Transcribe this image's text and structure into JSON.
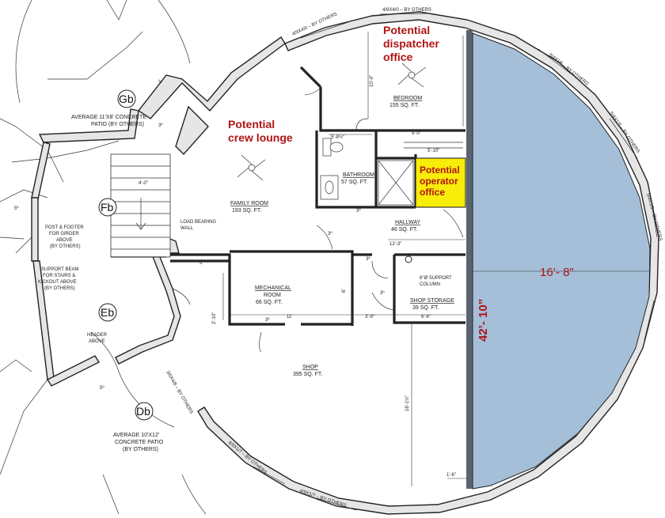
{
  "rooms": {
    "bedroom": {
      "name": "BEDROOM",
      "area": "155 SQ. FT."
    },
    "bathroom": {
      "name": "BATHROOM",
      "area": "57 SQ. FT."
    },
    "family_room": {
      "name": "FAMILY ROOM",
      "area": "193 SQ. FT."
    },
    "hallway": {
      "name": "HALLWAY",
      "area": "46 SQ. FT."
    },
    "mechanical": {
      "name": "MECHANICAL",
      "name2": "ROOM",
      "area": "66 SQ. FT."
    },
    "shop_storage": {
      "name": "SHOP STORAGE",
      "area": "39 SQ. FT."
    },
    "shop": {
      "name": "SHOP",
      "area": "395 SQ. FT."
    }
  },
  "callouts": {
    "dispatcher": [
      "Potential",
      "dispatcher",
      "office"
    ],
    "crew": [
      "Potential",
      "crew lounge"
    ],
    "operator": [
      "Potential",
      "operator",
      "office"
    ]
  },
  "highlight": {
    "operator_fill": "#f7ec0a",
    "zone_fill": "#a5bfd8",
    "accent": "#b01414"
  },
  "dimensions_red": {
    "width": "16’- 8”",
    "height": "42’- 10”"
  },
  "patios": {
    "gb": {
      "tag": "Gb",
      "lines": [
        "AVERAGE 11'X8' CONCRETE",
        "PATIO (BY OTHERS)"
      ]
    },
    "fb": {
      "tag": "Fb"
    },
    "eb": {
      "tag": "Eb"
    },
    "db": {
      "tag": "Db",
      "lines": [
        "AVERAGE 10'X12'",
        "CONCRETE PATIO",
        "(BY OTHERS)"
      ]
    }
  },
  "notes": {
    "post_footer": [
      "POST & FOOTER",
      "FOR GIRDER",
      "ABOVE",
      "(BY OTHERS)"
    ],
    "support_beam": [
      "SUPPORT BEAM",
      "FOR STAIRS &",
      "KICKOUT ABOVE",
      "(BY OTHERS)"
    ],
    "header": [
      "HEADER",
      "ABOVE"
    ],
    "load_bearing": [
      "LOAD BEARING",
      "WALL"
    ],
    "support_column": [
      "6\"Ø SUPPORT",
      "COLUMN"
    ]
  },
  "window_tags": {
    "w1": "4/9X4/0 – BY OTHERS",
    "w2": "5/4X1/5 – BY OTHERS",
    "w3": "5/4X1/5 – BY OTHERS",
    "w4": "5/4X1/5 – BY OTHERS",
    "w5": "4/9X1/7 – BY OTHERS",
    "w6": "4/9X1/7 – BY OTHERS",
    "w7": "3/0X4/8 – BY OTHERS",
    "w8": "4/9X4/0 – BY OTHERS"
  },
  "dims": {
    "d_10_0": "10'-0\"",
    "d_5_8": "5'-8½\"",
    "d_5_0": "5'-0\"",
    "d_5_10": "5'-10\"",
    "d_12_3": "12'-3\"",
    "d_11": "11'",
    "d_3_9": "3'-9\"",
    "d_6_6": "6'-6\"",
    "d_16_1": "16'-1½\"",
    "d_1_6": "1'-6\"",
    "d_30a": "3º",
    "d_30b": "3º",
    "d_30c": "3º",
    "d_30d": "3º",
    "d_30e": "3º",
    "d_30f": "3º",
    "d_50": "5'",
    "d_20": "2'-10\"",
    "d_40": "4'-0\"",
    "d_4": "4'",
    "d_5a": "5º",
    "d_5b": "5º",
    "d_6": "6'"
  }
}
